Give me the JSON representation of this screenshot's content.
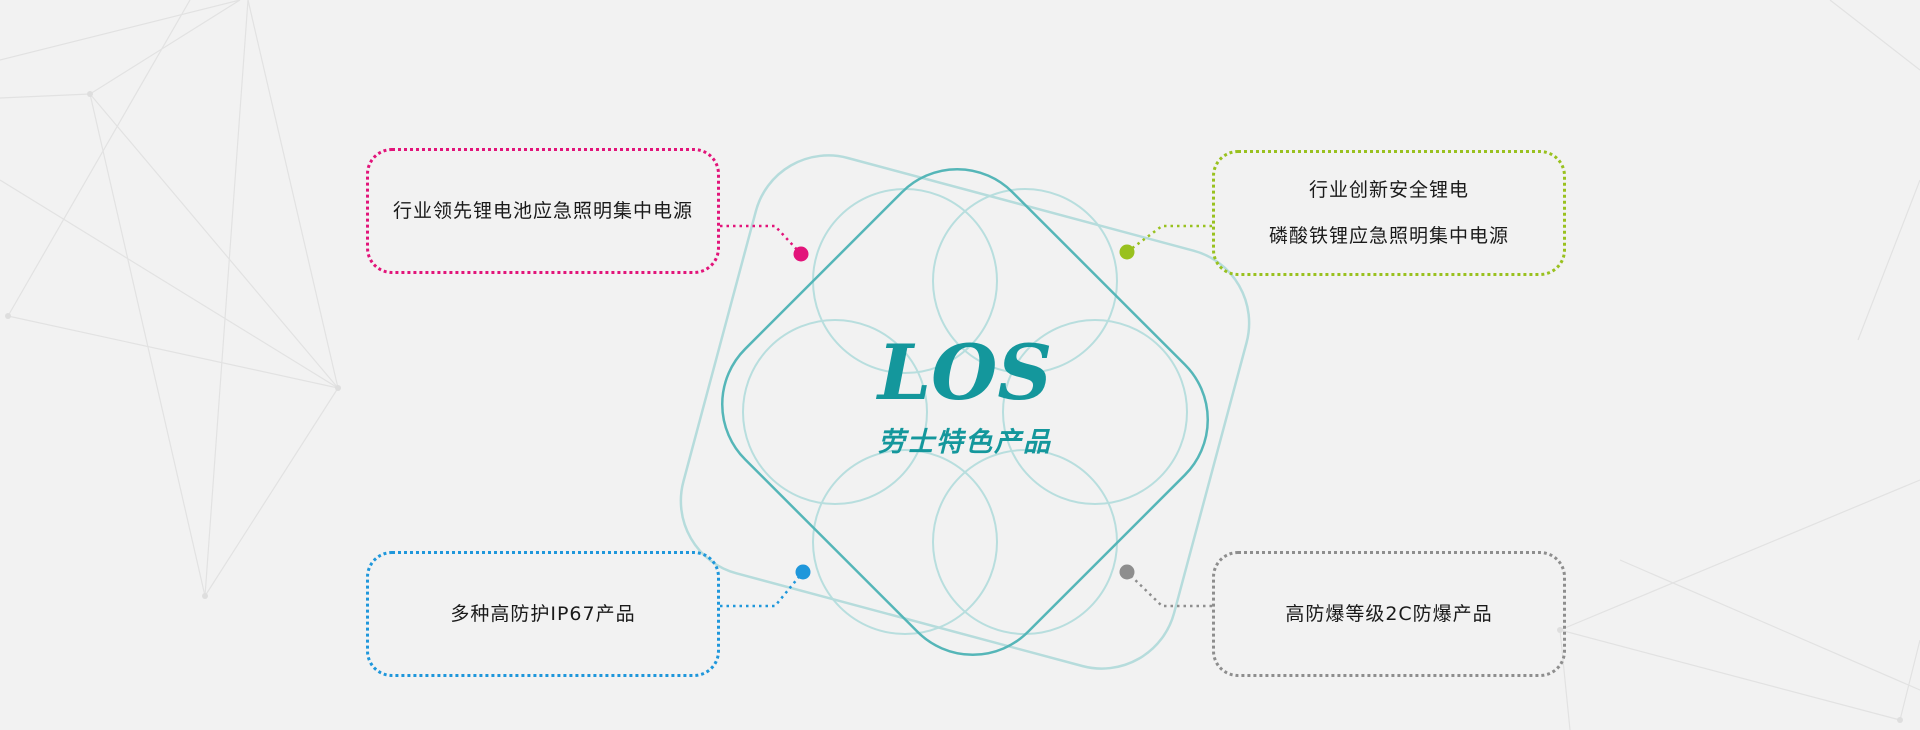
{
  "center": {
    "title": "LOS",
    "subtitle": "劳士特色产品"
  },
  "features": [
    {
      "lines": [
        "行业领先锂电池应急照明集中电源"
      ],
      "color": "#e2147a"
    },
    {
      "lines": [
        "行业创新安全锂电",
        "磷酸铁锂应急照明集中电源"
      ],
      "color": "#99c11f"
    },
    {
      "lines": [
        "多种高防护IP67产品"
      ],
      "color": "#1f97db"
    },
    {
      "lines": [
        "高防爆等级2C防爆产品"
      ],
      "color": "#8e8e8e"
    }
  ],
  "colors": {
    "accent": "#14979c",
    "background": "#f2f2f2"
  }
}
